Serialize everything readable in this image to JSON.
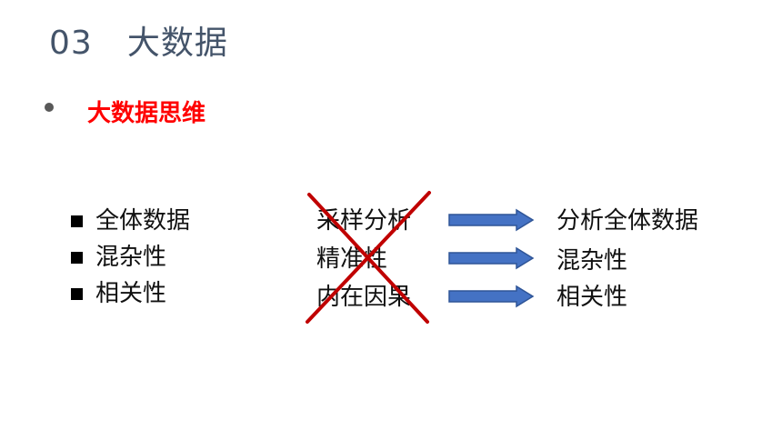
{
  "header": {
    "number": "03",
    "title": "大数据"
  },
  "bullet": {
    "heading": "大数据思维",
    "color": "#ff0000"
  },
  "left_list": [
    "全体数据",
    "混杂性",
    "相关性"
  ],
  "middle_list": [
    "采样分析",
    "精准性",
    "内在因果"
  ],
  "right_list": [
    "分析全体数据",
    "混杂性",
    "相关性"
  ],
  "colors": {
    "title": "#44546a",
    "arrow_fill": "#4472c4",
    "arrow_stroke": "#2f5597",
    "cross": "#c00000"
  },
  "icons": {
    "bullet": "bullet-dot",
    "square": "square-bullet",
    "arrow": "right-arrow",
    "cross": "red-x"
  }
}
